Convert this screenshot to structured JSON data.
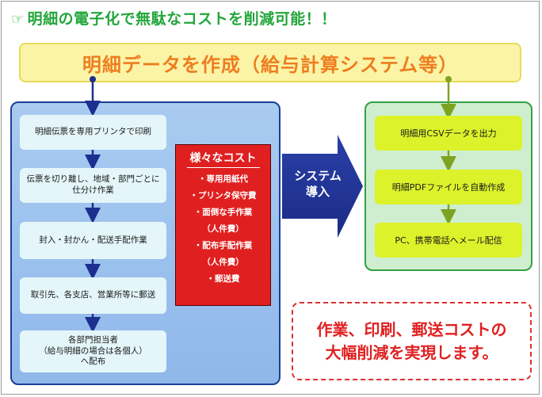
{
  "title": {
    "icon": "pointing-hand-icon",
    "icon_glyph": "☞",
    "text": "明細の電子化で無駄なコストを削減可能！！"
  },
  "banner": "明細データを作成（給与計算システム等）",
  "current_process": [
    "明細伝票を専用プリンタで印刷",
    "伝票を切り離し、地域・部門ごとに仕分け作業",
    "封入・封かん・配送手配作業",
    "取引先、各支店、営業所等に郵送",
    "各部門担当者\n（給与明細の場合は各個人）\nへ配布"
  ],
  "costs": {
    "title": "様々なコスト",
    "items": [
      "・専用用紙代",
      "・プリンタ保守費",
      "・面倒な手作業",
      "（人件費）",
      "・配布手配作業",
      "（人件費）",
      "・郵送費"
    ]
  },
  "system_label": "システム\n導入",
  "new_process": [
    "明細用CSVデータを出力",
    "明細PDFファイルを自動作成",
    "PC、携帯電話へメール配信"
  ],
  "result": "作業、印刷、郵送コストの\n大幅削減を実現します。",
  "colors": {
    "title_green": "#22a63a",
    "banner_orange": "#ee7d1f",
    "panel_blue": "#a9cbf1",
    "arrow_navy": "#1c2f8f",
    "cost_red": "#e02020",
    "lime": "#dcf22a",
    "arrow_olive": "#7ea321"
  }
}
